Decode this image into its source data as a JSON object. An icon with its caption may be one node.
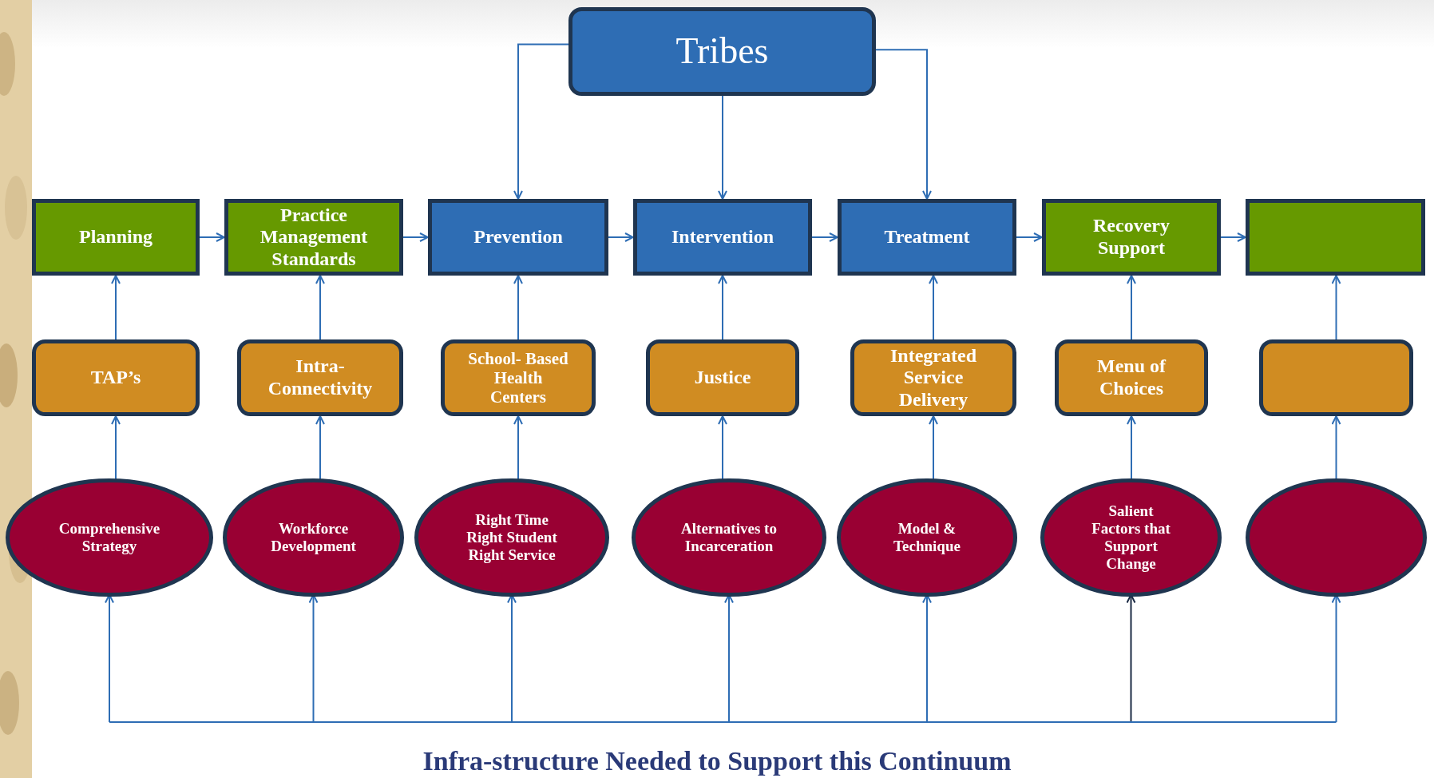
{
  "diagram": {
    "nodes": [
      {
        "text": [
          "Tribes"
        ]
      },
      {
        "text": [
          "Planning"
        ]
      },
      {
        "text": [
          "Practice Management Standards"
        ]
      },
      {
        "text": [
          "Prevention"
        ]
      },
      {
        "text": [
          "Intervention"
        ]
      },
      {
        "text": [
          "Treatment"
        ]
      },
      {
        "text": [
          "Recovery Support"
        ]
      },
      {
        "text": [],
        "shape": "box"
      },
      {
        "text": [
          "TAP’s"
        ]
      },
      {
        "text": [
          "Intra- Connectivity"
        ]
      },
      {
        "text": [
          "School- Based Health Centers"
        ]
      },
      {
        "text": [
          "Justice"
        ]
      },
      {
        "text": [
          "Integrated Service Delivery"
        ]
      },
      {
        "text": [
          "Menu of Choices"
        ]
      },
      {
        "text": [],
        "shape": "box"
      },
      {
        "text": [
          "Comprehensive Strategy"
        ]
      },
      {
        "text": [
          "Workforce Development"
        ]
      },
      {
        "text": [
          "Right Time Right Student Right Service"
        ]
      },
      {
        "text": [
          "Alternatives to Incarceration"
        ]
      },
      {
        "text": [
          "Model & Technique"
        ]
      },
      {
        "text": [
          "Salient Factors that Support Change"
        ]
      },
      {
        "text": [],
        "shape": "ellipse"
      }
    ],
    "edges": [
      {
        "from": 0,
        "to": 3,
        "arrow": "to"
      },
      {
        "from": 0,
        "to": 4,
        "arrow": "to"
      },
      {
        "from": 0,
        "to": 5,
        "arrow": "to"
      },
      {
        "from": 1,
        "to": 2,
        "arrow": "to"
      },
      {
        "from": 2,
        "to": 3,
        "arrow": "to"
      },
      {
        "from": 3,
        "to": 4,
        "arrow": "to"
      },
      {
        "from": 4,
        "to": 5,
        "arrow": "to"
      },
      {
        "from": 5,
        "to": 6,
        "arrow": "to"
      },
      {
        "from": 6,
        "to": 7,
        "arrow": "to"
      },
      {
        "from": 8,
        "to": 1,
        "arrow": "to"
      },
      {
        "from": 9,
        "to": 2,
        "arrow": "to"
      },
      {
        "from": 10,
        "to": 3,
        "arrow": "to"
      },
      {
        "from": 11,
        "to": 4,
        "arrow": "to"
      },
      {
        "from": 12,
        "to": 5,
        "arrow": "to"
      },
      {
        "from": 13,
        "to": 6,
        "arrow": "to"
      },
      {
        "from": 14,
        "to": 7,
        "arrow": "to"
      },
      {
        "from": 15,
        "to": 8,
        "arrow": "to"
      },
      {
        "from": 16,
        "to": 9,
        "arrow": "to"
      },
      {
        "from": 17,
        "to": 10,
        "arrow": "to"
      },
      {
        "from": 18,
        "to": 11,
        "arrow": "to"
      },
      {
        "from": 19,
        "to": 12,
        "arrow": "to"
      },
      {
        "from": 20,
        "to": 13,
        "arrow": "to"
      },
      {
        "from": 21,
        "to": 14,
        "arrow": "to"
      },
      {
        "from": null,
        "to": 15,
        "arrow": "to"
      },
      {
        "from": null,
        "to": 16,
        "arrow": "to"
      },
      {
        "from": null,
        "to": 17,
        "arrow": "to"
      },
      {
        "from": null,
        "to": 18,
        "arrow": "to"
      },
      {
        "from": null,
        "to": 19,
        "arrow": "to"
      },
      {
        "from": null,
        "to": 20,
        "arrow": "to",
        "color": "#1c2b45"
      },
      {
        "from": null,
        "to": 21,
        "arrow": "to"
      }
    ],
    "caption": "Infra-structure Needed to Support this Continuum"
  }
}
